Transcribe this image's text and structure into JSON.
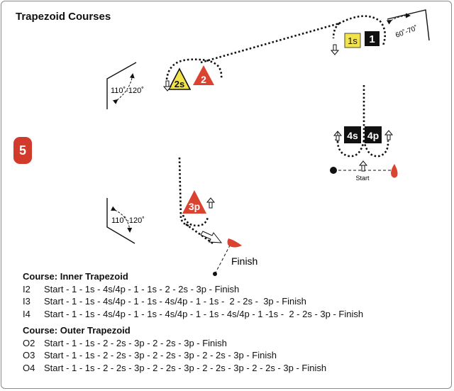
{
  "title": "Trapezoid Courses",
  "section_number": "5",
  "marks": {
    "m1": "1",
    "m1s": "1s",
    "m2": "2",
    "m2s": "2s",
    "m3p": "3p",
    "m4s": "4s",
    "m4p": "4p"
  },
  "angles": {
    "top_right": "60˚-70˚",
    "left_upper": "110˚-120˚",
    "left_lower": "110˚-120˚"
  },
  "labels": {
    "start": "Start",
    "finish": "Finish"
  },
  "colors": {
    "red": "#d9432f",
    "yellow": "#f2e34a",
    "black": "#111111",
    "section_tab": "#d23a2b"
  },
  "inner": {
    "heading": "Course: Inner Trapezoid",
    "courses": [
      {
        "code": "I2",
        "sequence": "Start - 1 - 1s - 4s/4p - 1 - 1s - 2 - 2s - 3p - Finish"
      },
      {
        "code": "I3",
        "sequence": "Start - 1 - 1s - 4s/4p - 1 - 1s - 4s/4p - 1 - 1s -  2 - 2s -  3p - Finish"
      },
      {
        "code": "I4",
        "sequence": "Start - 1 - 1s - 4s/4p - 1 - 1s - 4s/4p - 1 - 1s - 4s/4p - 1 -1s -  2 - 2s - 3p - Finish"
      }
    ]
  },
  "outer": {
    "heading": "Course: Outer Trapezoid",
    "courses": [
      {
        "code": "O2",
        "sequence": "Start - 1 - 1s - 2 - 2s - 3p - 2 - 2s - 3p - Finish"
      },
      {
        "code": "O3",
        "sequence": "Start - 1 - 1s - 2 - 2s - 3p - 2 - 2s - 3p - 2 - 2s - 3p - Finish"
      },
      {
        "code": "O4",
        "sequence": "Start - 1 - 1s - 2 - 2s - 3p - 2 - 2s - 3p - 2 - 2s - 3p - 2 - 2s - 3p - Finish"
      }
    ]
  }
}
